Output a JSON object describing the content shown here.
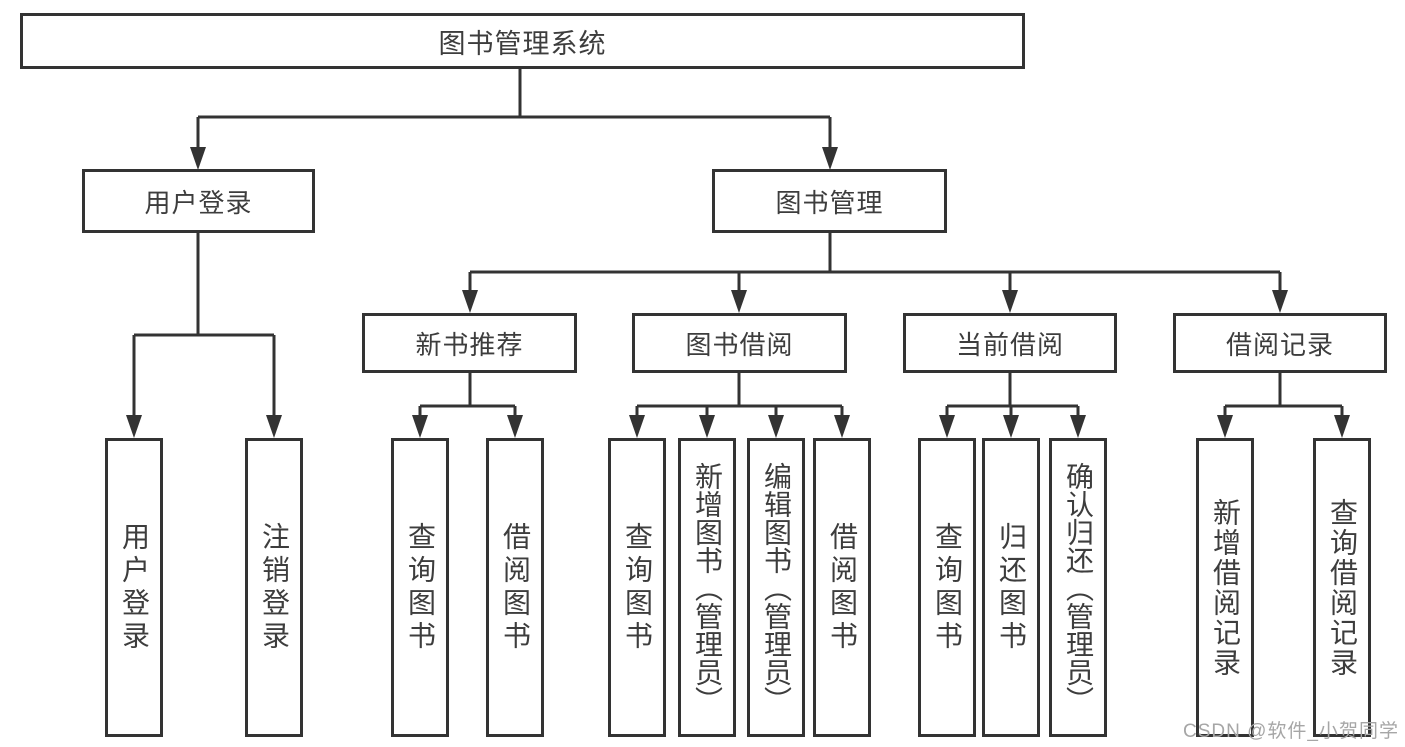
{
  "tree": {
    "root": {
      "label": "图书管理系统"
    },
    "login_branch": {
      "label": "用户登录",
      "children": [
        {
          "label": "用户登录"
        },
        {
          "label": "注销登录"
        }
      ]
    },
    "management_branch": {
      "label": "图书管理",
      "groups": [
        {
          "label": "新书推荐",
          "children": [
            {
              "label": "查询图书"
            },
            {
              "label": "借阅图书"
            }
          ]
        },
        {
          "label": "图书借阅",
          "children": [
            {
              "label": "查询图书"
            },
            {
              "label": "新增图书（管理员）"
            },
            {
              "label": "编辑图书（管理员）"
            },
            {
              "label": "借阅图书"
            }
          ]
        },
        {
          "label": "当前借阅",
          "children": [
            {
              "label": "查询图书"
            },
            {
              "label": "归还图书"
            },
            {
              "label": "确认归还（管理员）"
            }
          ]
        },
        {
          "label": "借阅记录",
          "children": [
            {
              "label": "新增借阅记录"
            },
            {
              "label": "查询借阅记录"
            }
          ]
        }
      ]
    }
  },
  "watermark": {
    "text": "CSDN @软件_小贺同学"
  },
  "colors": {
    "line": "#333333",
    "text": "#3d3d3d",
    "background": "#ffffff",
    "watermark": "#a6a6a6"
  }
}
